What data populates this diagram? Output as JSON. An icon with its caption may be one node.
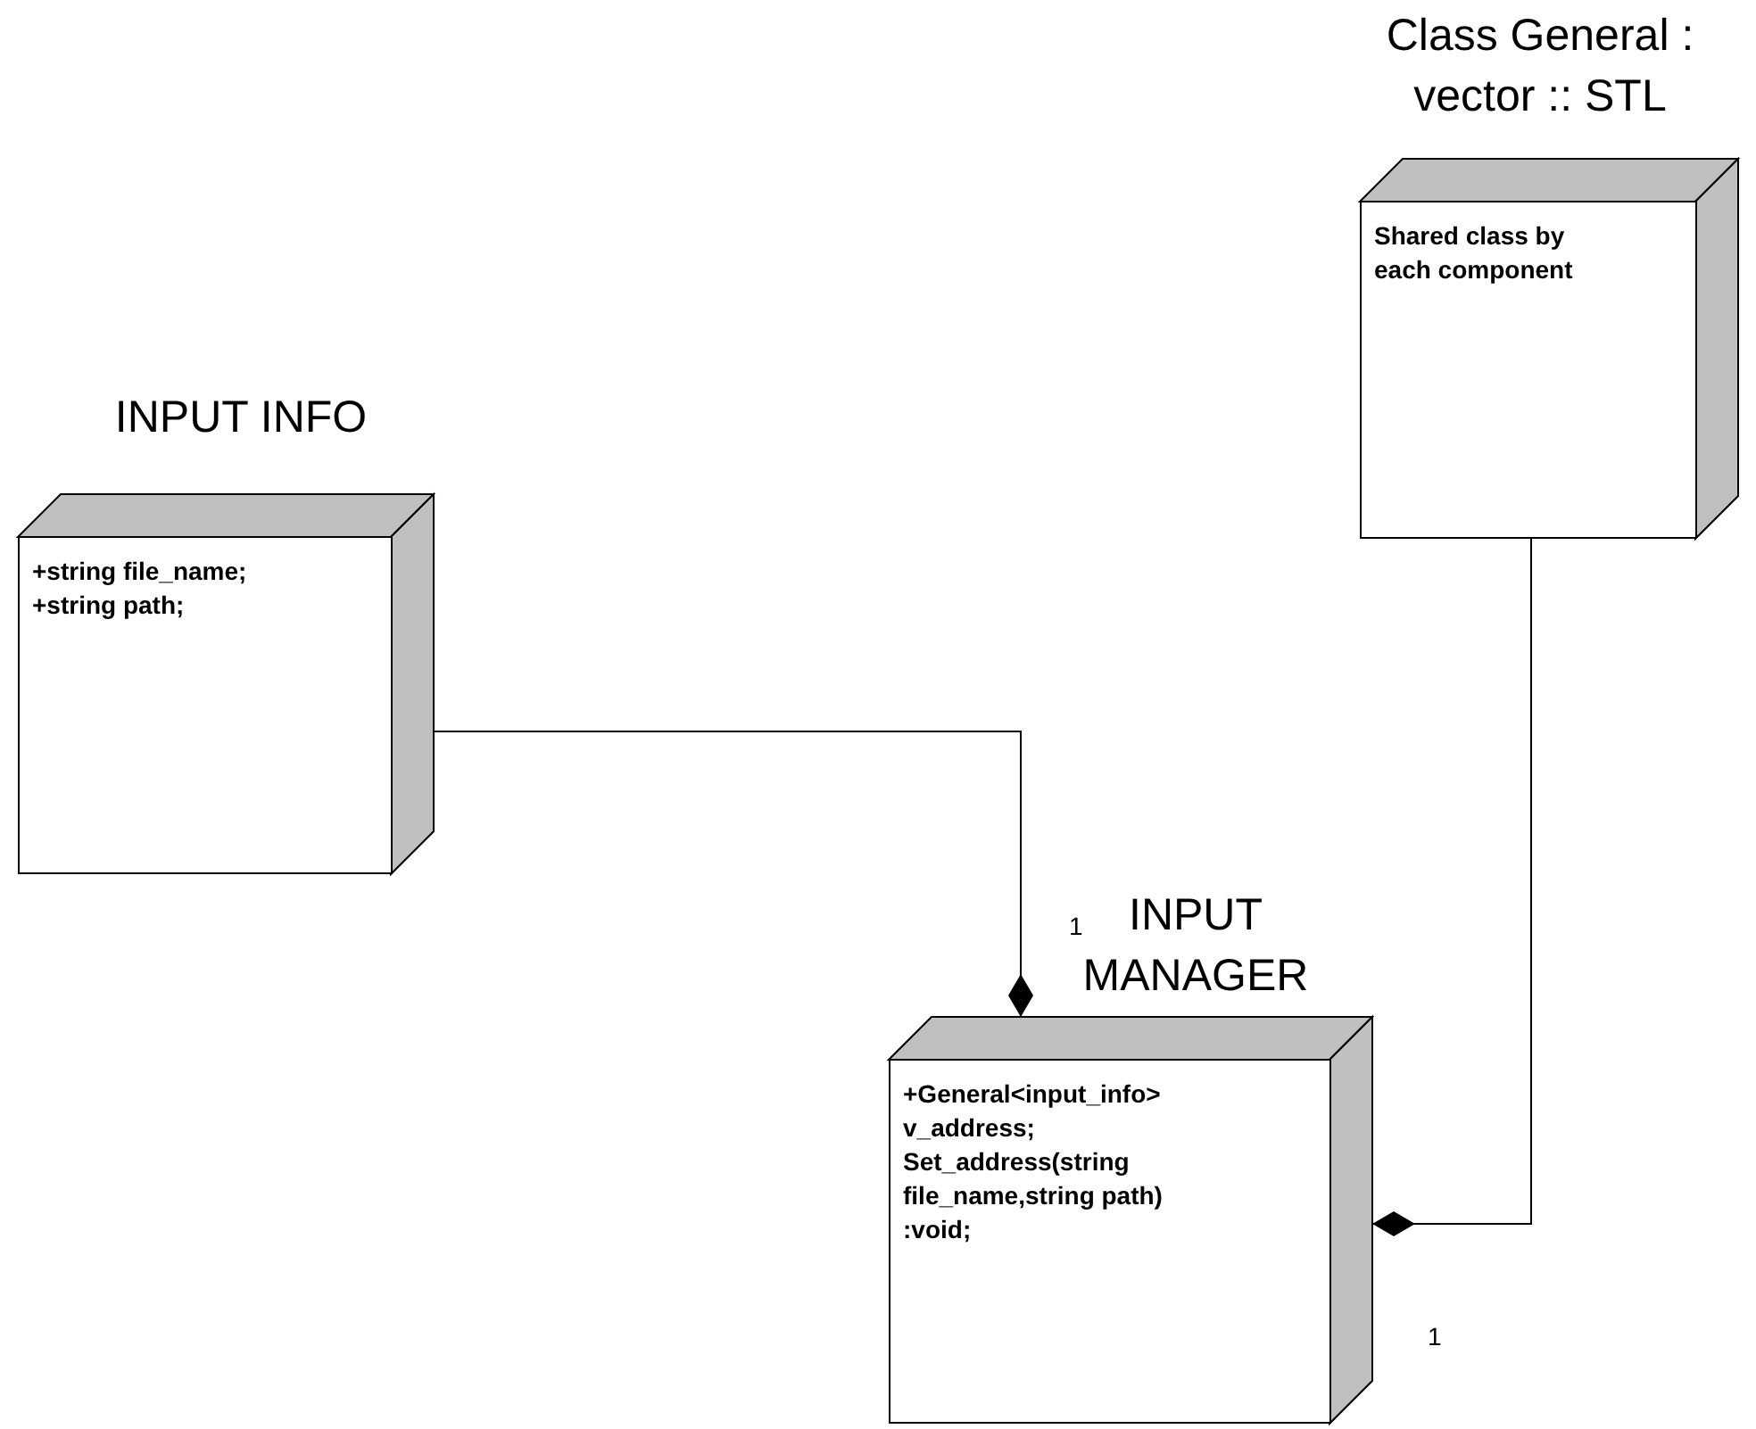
{
  "diagram": {
    "nodes": [
      {
        "text": [
          "Class General : vector :: STL",
          "Shared class by each component"
        ]
      },
      {
        "text": [
          "INPUT INFO",
          "+string file_name; +string path;"
        ]
      },
      {
        "text": [
          "INPUT MANAGER",
          "+General<input_info> v_address; Set_address(string file_name,string path) :void;"
        ]
      }
    ],
    "edges": [
      {
        "from": 1,
        "to": 2,
        "arrow": "other",
        "label": "1"
      },
      {
        "from": 0,
        "to": 2,
        "arrow": "other",
        "label": "1"
      }
    ]
  }
}
